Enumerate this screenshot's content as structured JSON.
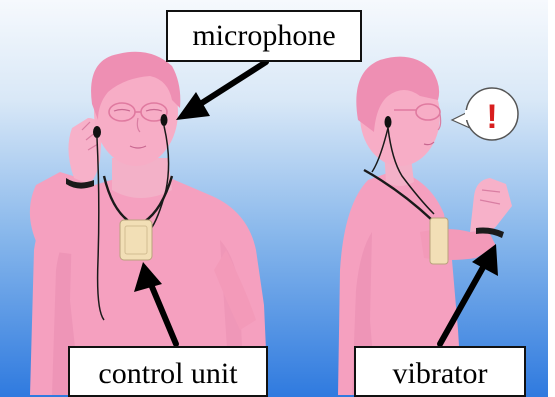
{
  "labels": {
    "microphone": "microphone",
    "control_unit": "control unit",
    "vibrator": "vibrator"
  },
  "alert": {
    "symbol": "!"
  },
  "colors": {
    "skin_pink": "#f5a0bf",
    "skin_shadow": "#e47fa6",
    "hair_pink": "#ee8fb3",
    "device_beige": "#f2dfb6",
    "cable": "#1a1a1a",
    "arrow": "#000000",
    "alert_red": "#d81e1e",
    "background_top": "#f6f9fd",
    "background_bottom": "#2f7adf"
  },
  "icons": {
    "alert": "exclamation-speech-bubble-icon"
  }
}
